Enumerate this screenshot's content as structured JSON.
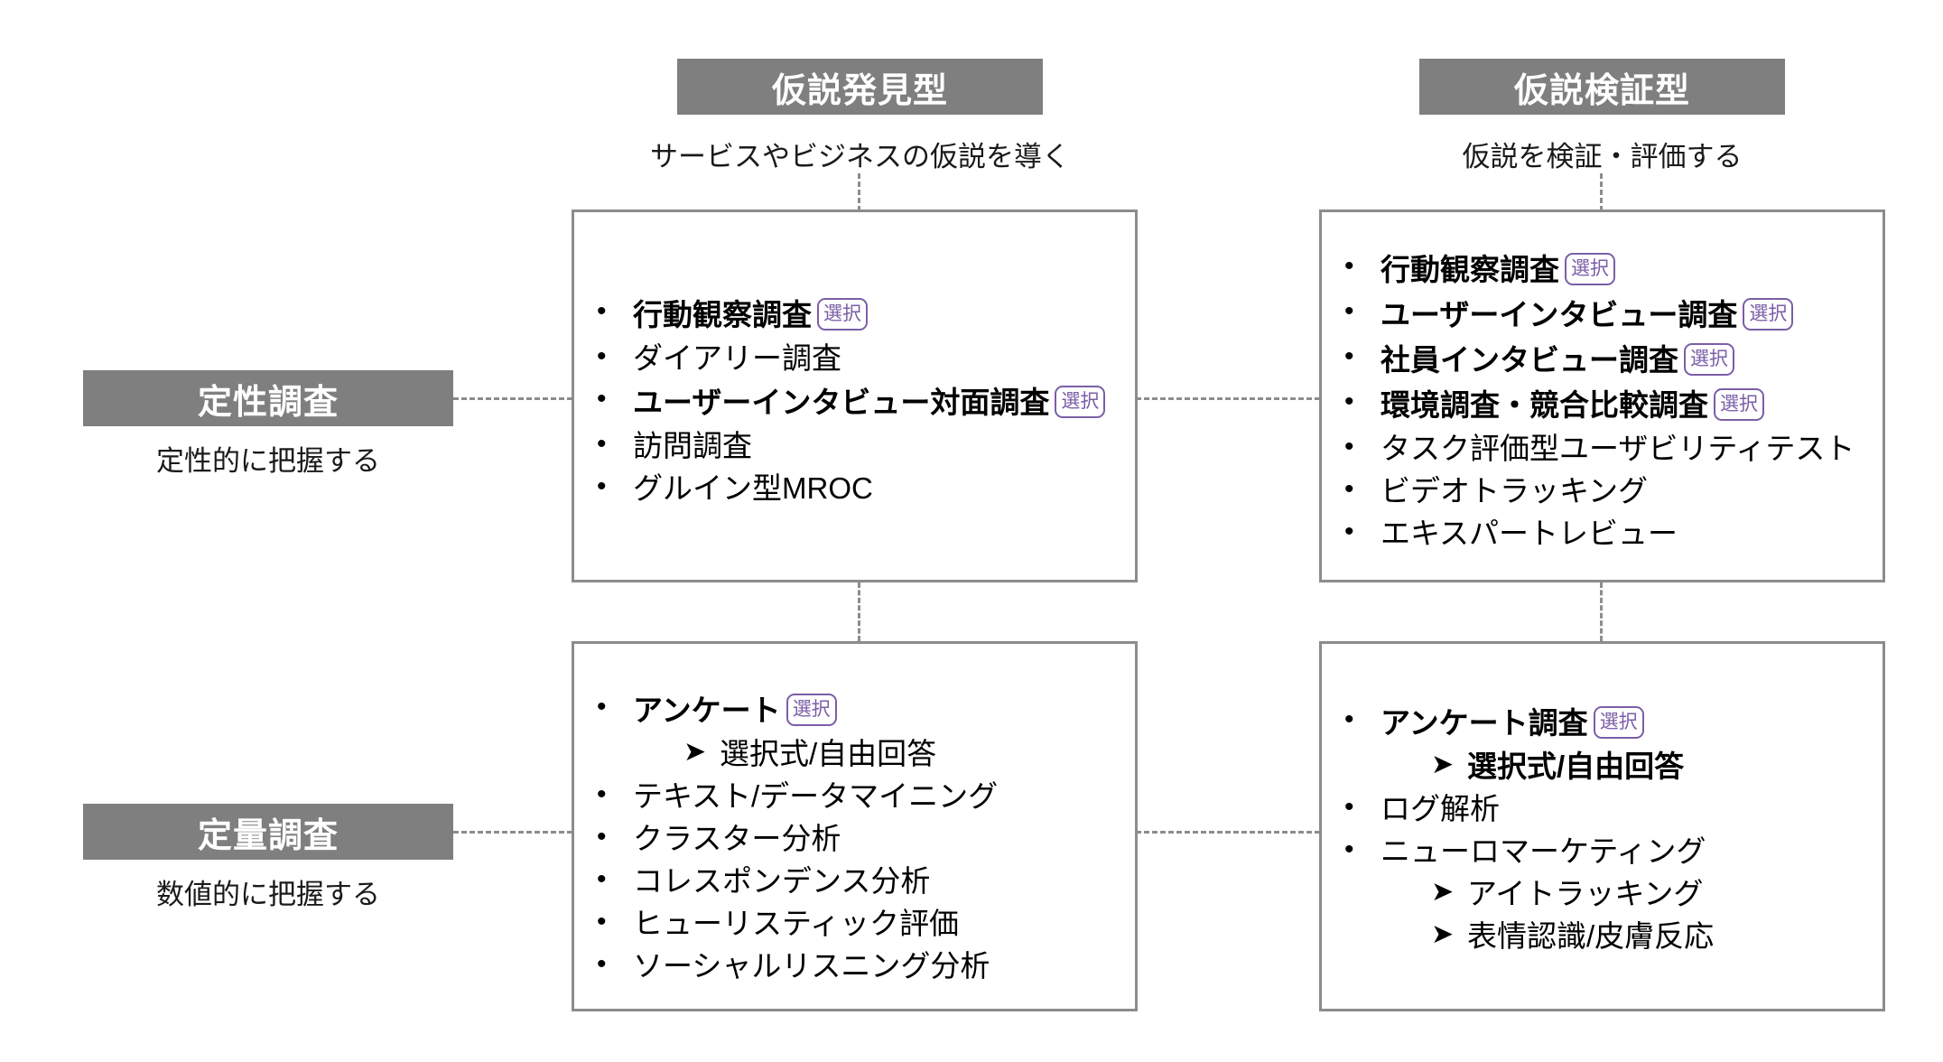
{
  "columns": [
    {
      "id": "hypothesis-discovery",
      "chip_label": "仮説発見型",
      "caption": "サービスやビジネスの仮説を導く"
    },
    {
      "id": "hypothesis-verification",
      "chip_label": "仮説検証型",
      "caption": "仮説を検証・評価する"
    }
  ],
  "rows": [
    {
      "id": "qualitative",
      "chip_label": "定性調査",
      "caption": "定性的に把握する"
    },
    {
      "id": "quantitative",
      "chip_label": "定量調査",
      "caption": "数値的に把握する"
    }
  ],
  "badge_label": "選択",
  "bullet_glyph": "•",
  "arrow_glyph": "➤",
  "cells": {
    "qualitative_discovery": {
      "items": [
        {
          "text": "行動観察調査",
          "bold": true,
          "badge": true,
          "level": 0
        },
        {
          "text": "ダイアリー調査",
          "bold": false,
          "badge": false,
          "level": 0
        },
        {
          "text": "ユーザーインタビュー対面調査",
          "bold": true,
          "badge": true,
          "level": 0
        },
        {
          "text": "訪問調査",
          "bold": false,
          "badge": false,
          "level": 0
        },
        {
          "text": "グルイン型MROC",
          "bold": false,
          "badge": false,
          "level": 0
        }
      ]
    },
    "qualitative_verification": {
      "items": [
        {
          "text": "行動観察調査",
          "bold": true,
          "badge": true,
          "level": 0
        },
        {
          "text": "ユーザーインタビュー調査",
          "bold": true,
          "badge": true,
          "level": 0
        },
        {
          "text": "社員インタビュー調査",
          "bold": true,
          "badge": true,
          "level": 0
        },
        {
          "text": "環境調査・競合比較調査",
          "bold": true,
          "badge": true,
          "level": 0
        },
        {
          "text": "タスク評価型ユーザビリティテスト",
          "bold": false,
          "badge": false,
          "level": 0
        },
        {
          "text": "ビデオトラッキング",
          "bold": false,
          "badge": false,
          "level": 0
        },
        {
          "text": "エキスパートレビュー",
          "bold": false,
          "badge": false,
          "level": 0
        }
      ]
    },
    "quantitative_discovery": {
      "items": [
        {
          "text": "アンケート",
          "bold": true,
          "badge": true,
          "level": 0
        },
        {
          "text": "選択式/自由回答",
          "bold": false,
          "badge": false,
          "level": 1
        },
        {
          "text": "テキスト/データマイニング",
          "bold": false,
          "badge": false,
          "level": 0
        },
        {
          "text": "クラスター分析",
          "bold": false,
          "badge": false,
          "level": 0
        },
        {
          "text": "コレスポンデンス分析",
          "bold": false,
          "badge": false,
          "level": 0
        },
        {
          "text": "ヒューリスティック評価",
          "bold": false,
          "badge": false,
          "level": 0
        },
        {
          "text": "ソーシャルリスニング分析",
          "bold": false,
          "badge": false,
          "level": 0
        }
      ]
    },
    "quantitative_verification": {
      "items": [
        {
          "text": "アンケート調査",
          "bold": true,
          "badge": true,
          "level": 0
        },
        {
          "text": "選択式/自由回答",
          "bold": true,
          "badge": false,
          "level": 1
        },
        {
          "text": "ログ解析",
          "bold": false,
          "badge": false,
          "level": 0
        },
        {
          "text": "ニューロマーケティング",
          "bold": false,
          "badge": false,
          "level": 0
        },
        {
          "text": "アイトラッキング",
          "bold": false,
          "badge": false,
          "level": 1
        },
        {
          "text": "表情認識/皮膚反応",
          "bold": false,
          "badge": false,
          "level": 1
        }
      ]
    }
  },
  "colors": {
    "chip_fill": "#7f7f7f",
    "chip_text": "#ffffff",
    "box_border": "#8c8c8c",
    "badge": "#7B5EA7",
    "text": "#000000"
  }
}
